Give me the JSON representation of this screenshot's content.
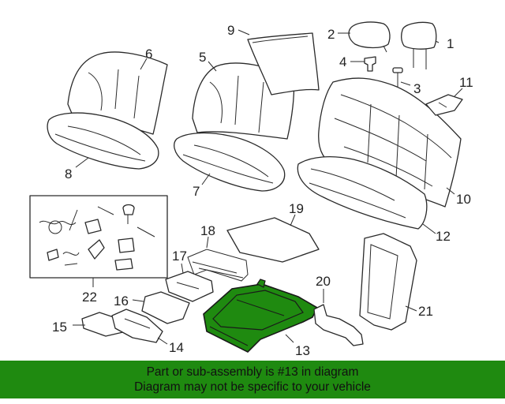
{
  "highlight_color": "#1f8a10",
  "callouts": [
    {
      "id": "1",
      "label": "1"
    },
    {
      "id": "2",
      "label": "2"
    },
    {
      "id": "3",
      "label": "3"
    },
    {
      "id": "4",
      "label": "4"
    },
    {
      "id": "5",
      "label": "5"
    },
    {
      "id": "6",
      "label": "6"
    },
    {
      "id": "7",
      "label": "7"
    },
    {
      "id": "8",
      "label": "8"
    },
    {
      "id": "9",
      "label": "9"
    },
    {
      "id": "10",
      "label": "10"
    },
    {
      "id": "11",
      "label": "11"
    },
    {
      "id": "12",
      "label": "12"
    },
    {
      "id": "13",
      "label": "13"
    },
    {
      "id": "14",
      "label": "14"
    },
    {
      "id": "15",
      "label": "15"
    },
    {
      "id": "16",
      "label": "16"
    },
    {
      "id": "17",
      "label": "17"
    },
    {
      "id": "18",
      "label": "18"
    },
    {
      "id": "19",
      "label": "19"
    },
    {
      "id": "20",
      "label": "20"
    },
    {
      "id": "21",
      "label": "21"
    },
    {
      "id": "22",
      "label": "22"
    }
  ],
  "banner": {
    "line1": "Part or sub-assembly is #13 in diagram",
    "line2": "Diagram may not be specific to your vehicle"
  }
}
